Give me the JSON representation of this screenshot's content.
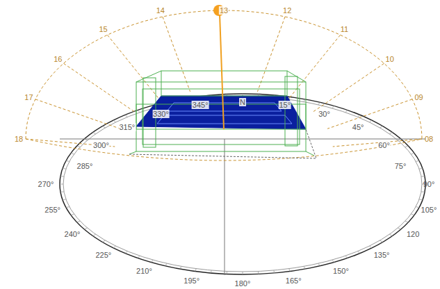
{
  "diagram": {
    "labels": [
      "18",
      "17",
      "16",
      "15",
      "14",
      "13",
      "12",
      "11",
      "10",
      "09",
      "08",
      "N",
      "15°",
      "30°",
      "45°",
      "60°",
      "75°",
      "90°",
      "105°",
      "120",
      "135°",
      "150°",
      "165°",
      "180°",
      "195°",
      "210°",
      "225°",
      "240°",
      "255°",
      "270°",
      "285°",
      "300°",
      "315°",
      "330°",
      "345°"
    ]
  }
}
